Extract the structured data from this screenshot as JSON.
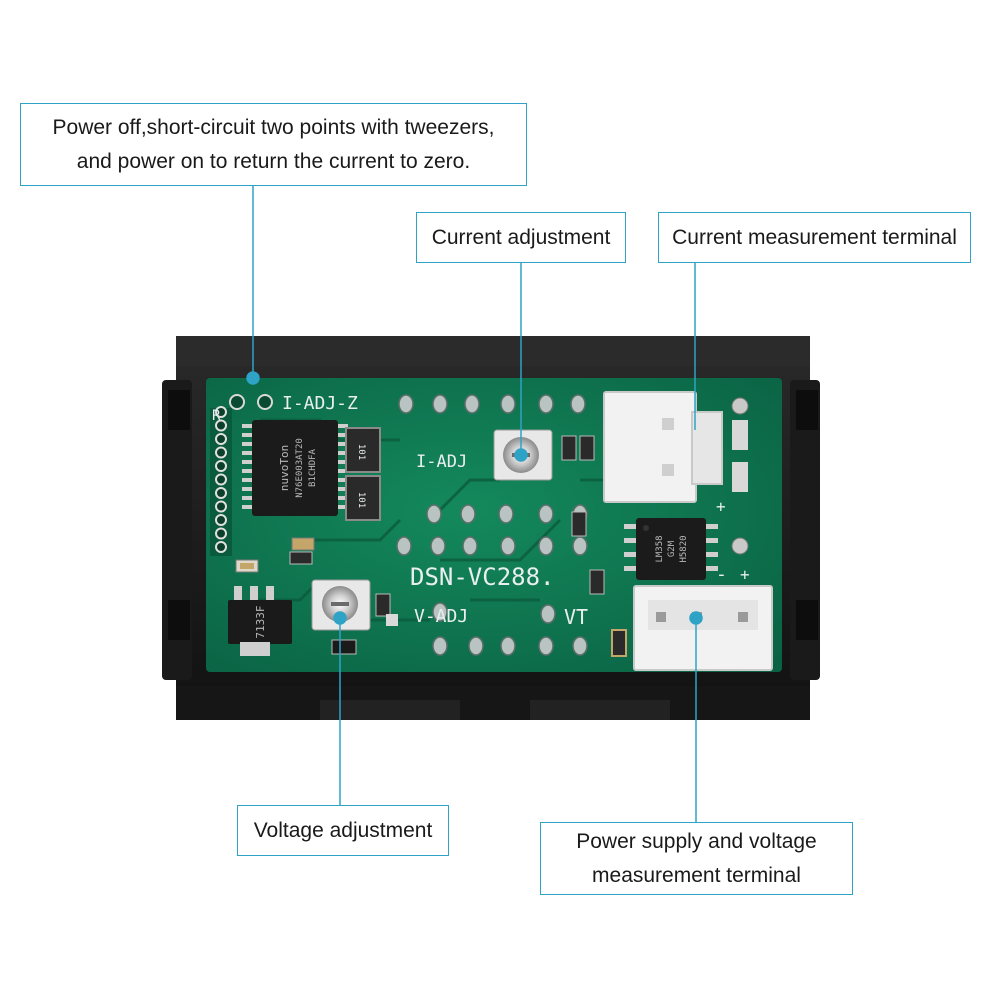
{
  "callouts": {
    "zero_line1": "Power off,short-circuit two points with tweezers,",
    "zero_line2": "and power on to return the current to zero.",
    "current_adjustment": "Current adjustment",
    "current_terminal": "Current measurement terminal",
    "voltage_adjustment": "Voltage adjustment",
    "power_line1": "Power supply and voltage",
    "power_line2": "measurement terminal"
  },
  "board": {
    "label_iadj_z": "I-ADJ-Z",
    "label_iadj": "I-ADJ",
    "label_model": "DSN-VC288.",
    "label_vadj": "V-ADJ",
    "label_vt": "VT",
    "label_r": "R",
    "label_plus_top": "+",
    "label_plus_bottom": "+",
    "label_minus": "-",
    "chip_main_line1": "nuvoTon",
    "chip_main_line2": "N76E003AT20",
    "chip_main_line3": "B1CHDFA",
    "chip_amp_line1": "LM358",
    "chip_amp_line2": "G2M",
    "chip_amp_line3": "H5820",
    "regulator_text": "7133F",
    "res_101_a": "101",
    "res_101_b": "101"
  },
  "colors": {
    "callout_border": "#2fa3c6",
    "leader_line": "#2fa3c6",
    "pcb_green": "#0f7a52",
    "case_black": "#1c1c1c",
    "connector_white": "#f2f2f2",
    "silkscreen": "#e9eef0"
  }
}
